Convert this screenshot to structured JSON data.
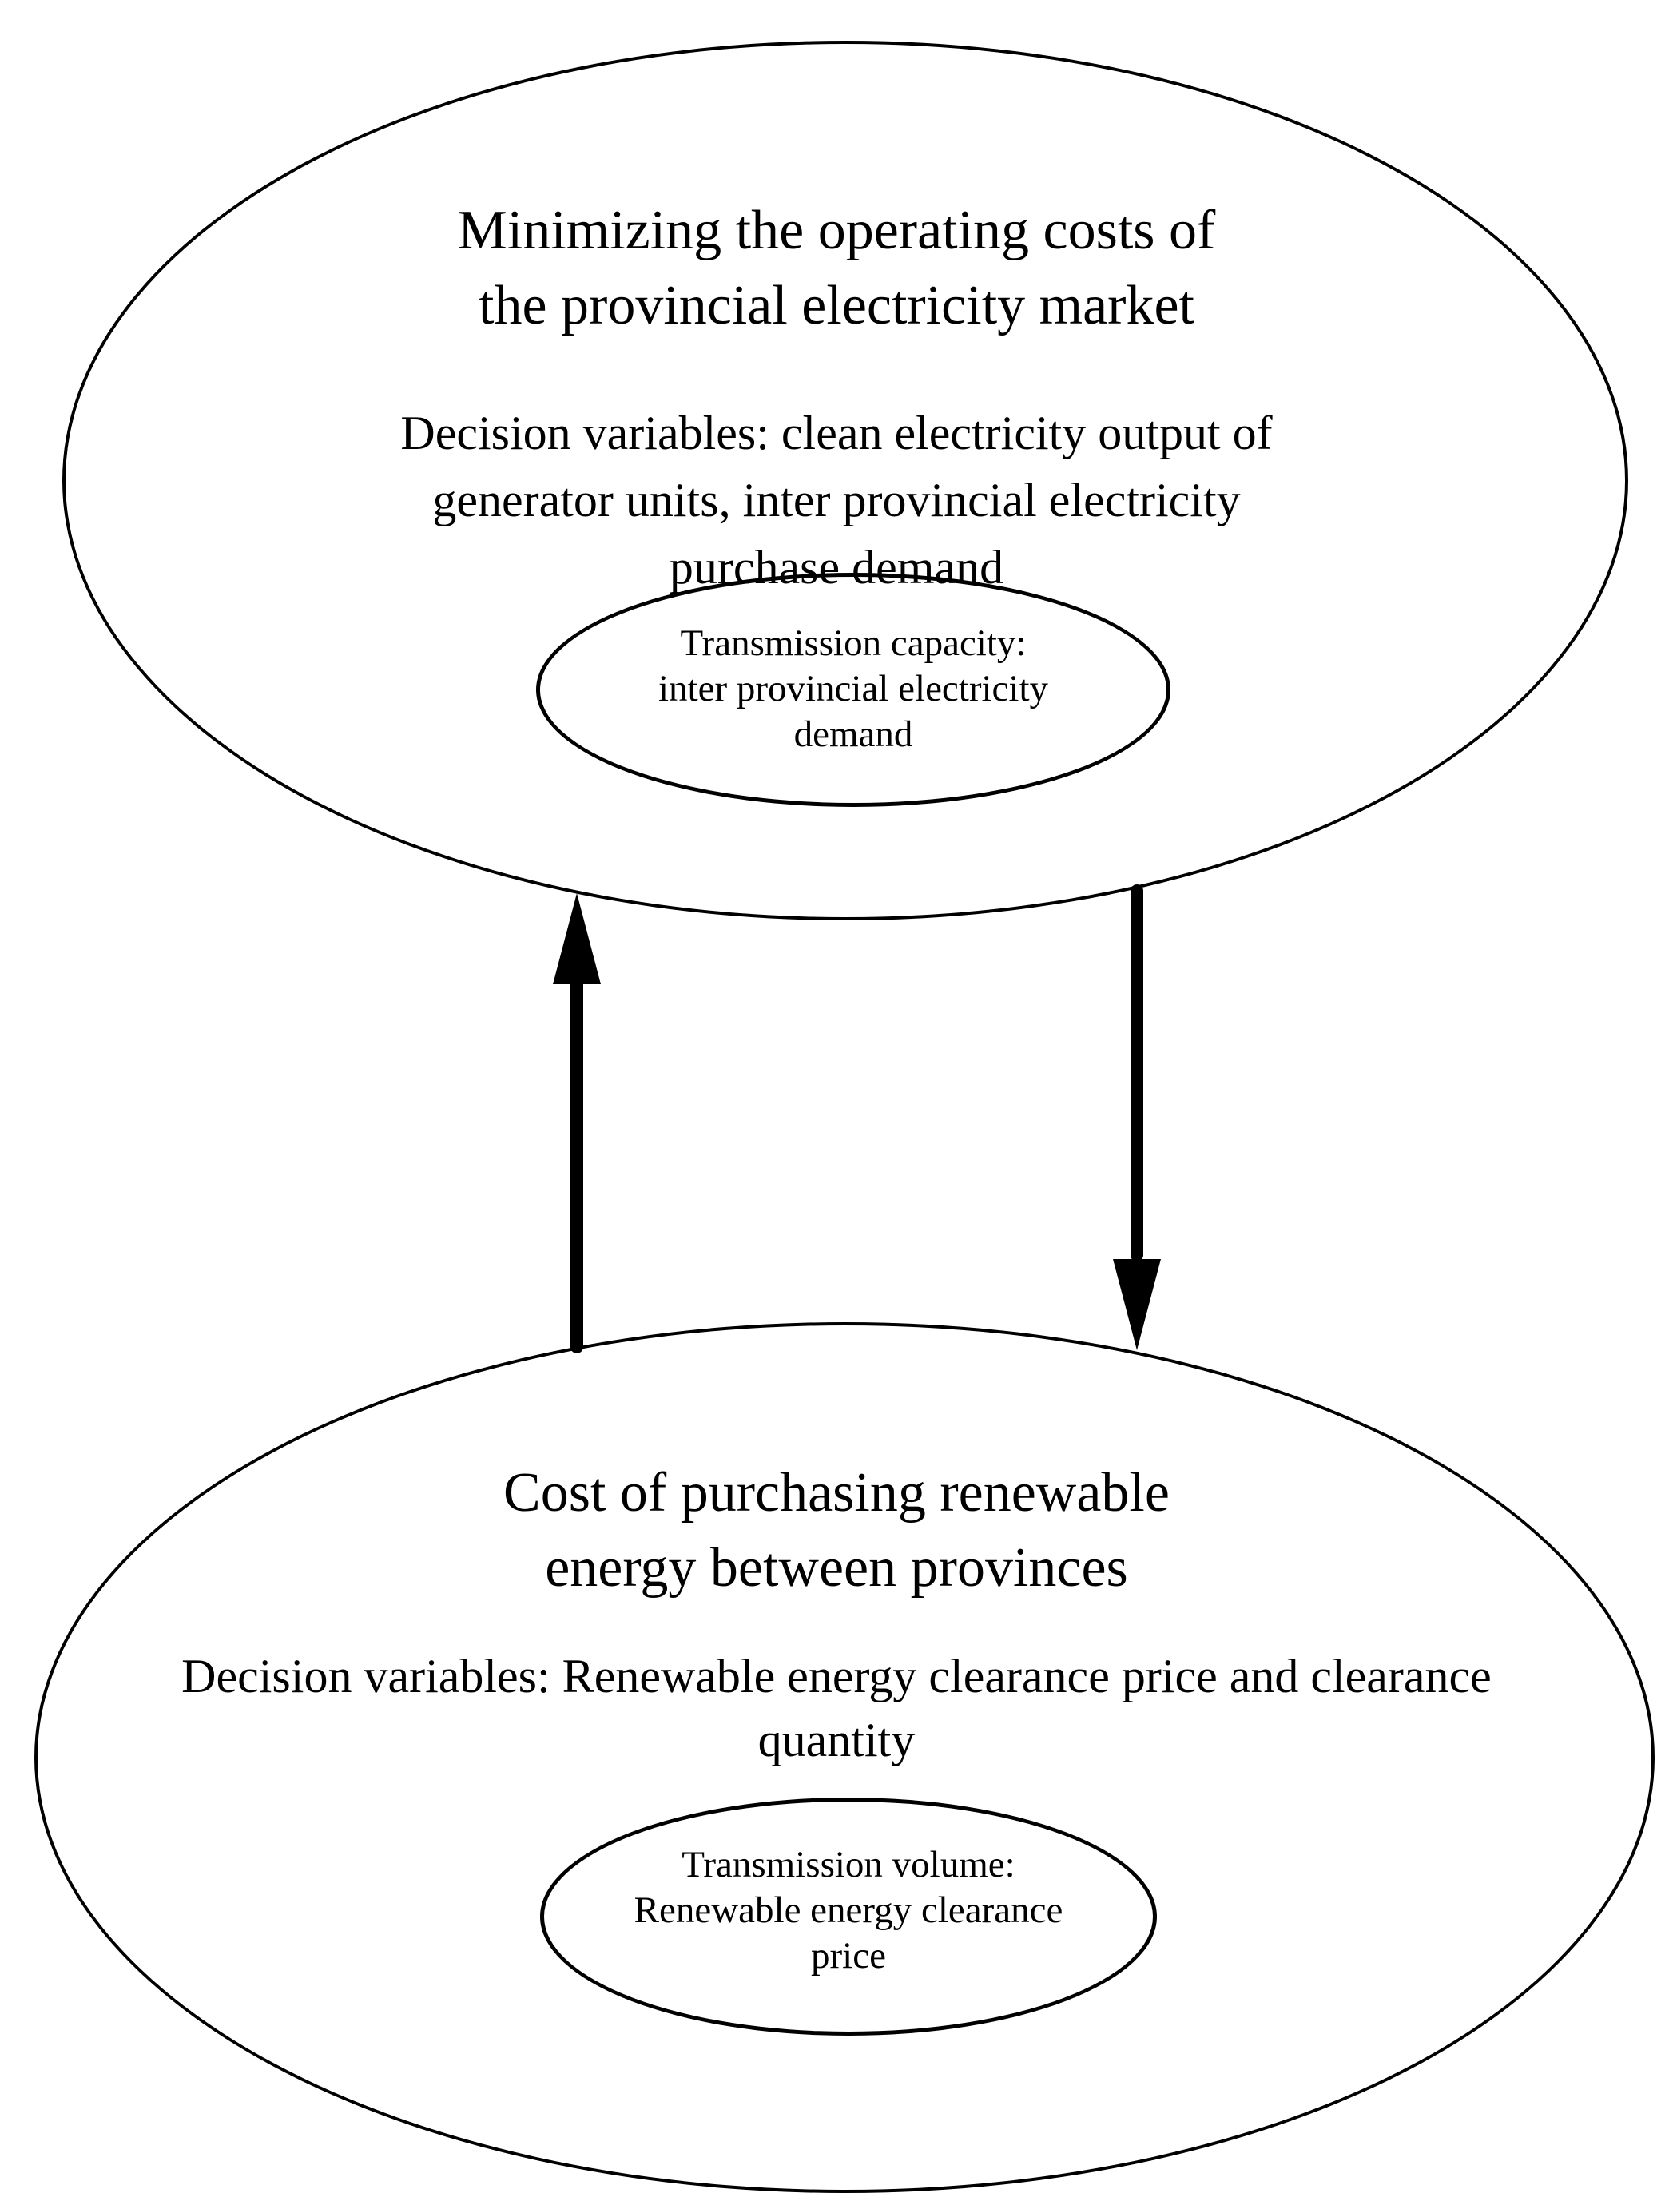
{
  "top_ellipse": {
    "title": "Minimizing the operating costs of\nthe provincial electricity market",
    "decision_variables": "Decision variables: clean electricity output of\ngenerator units, inter provincial electricity\npurchase demand",
    "constraint": "Transmission capacity:\ninter provincial electricity\ndemand"
  },
  "bottom_ellipse": {
    "title": "Cost of purchasing renewable\nenergy between provinces",
    "decision_variables": "Decision variables: Renewable energy clearance price and clearance\nquantity",
    "constraint": "Transmission volume:\nRenewable energy clearance\nprice"
  },
  "connectors": {
    "up_arrow_icon": "up-arrow",
    "down_arrow_icon": "down-arrow"
  },
  "colors": {
    "background": "#ffffff",
    "stroke": "#000000",
    "text": "#000000"
  }
}
